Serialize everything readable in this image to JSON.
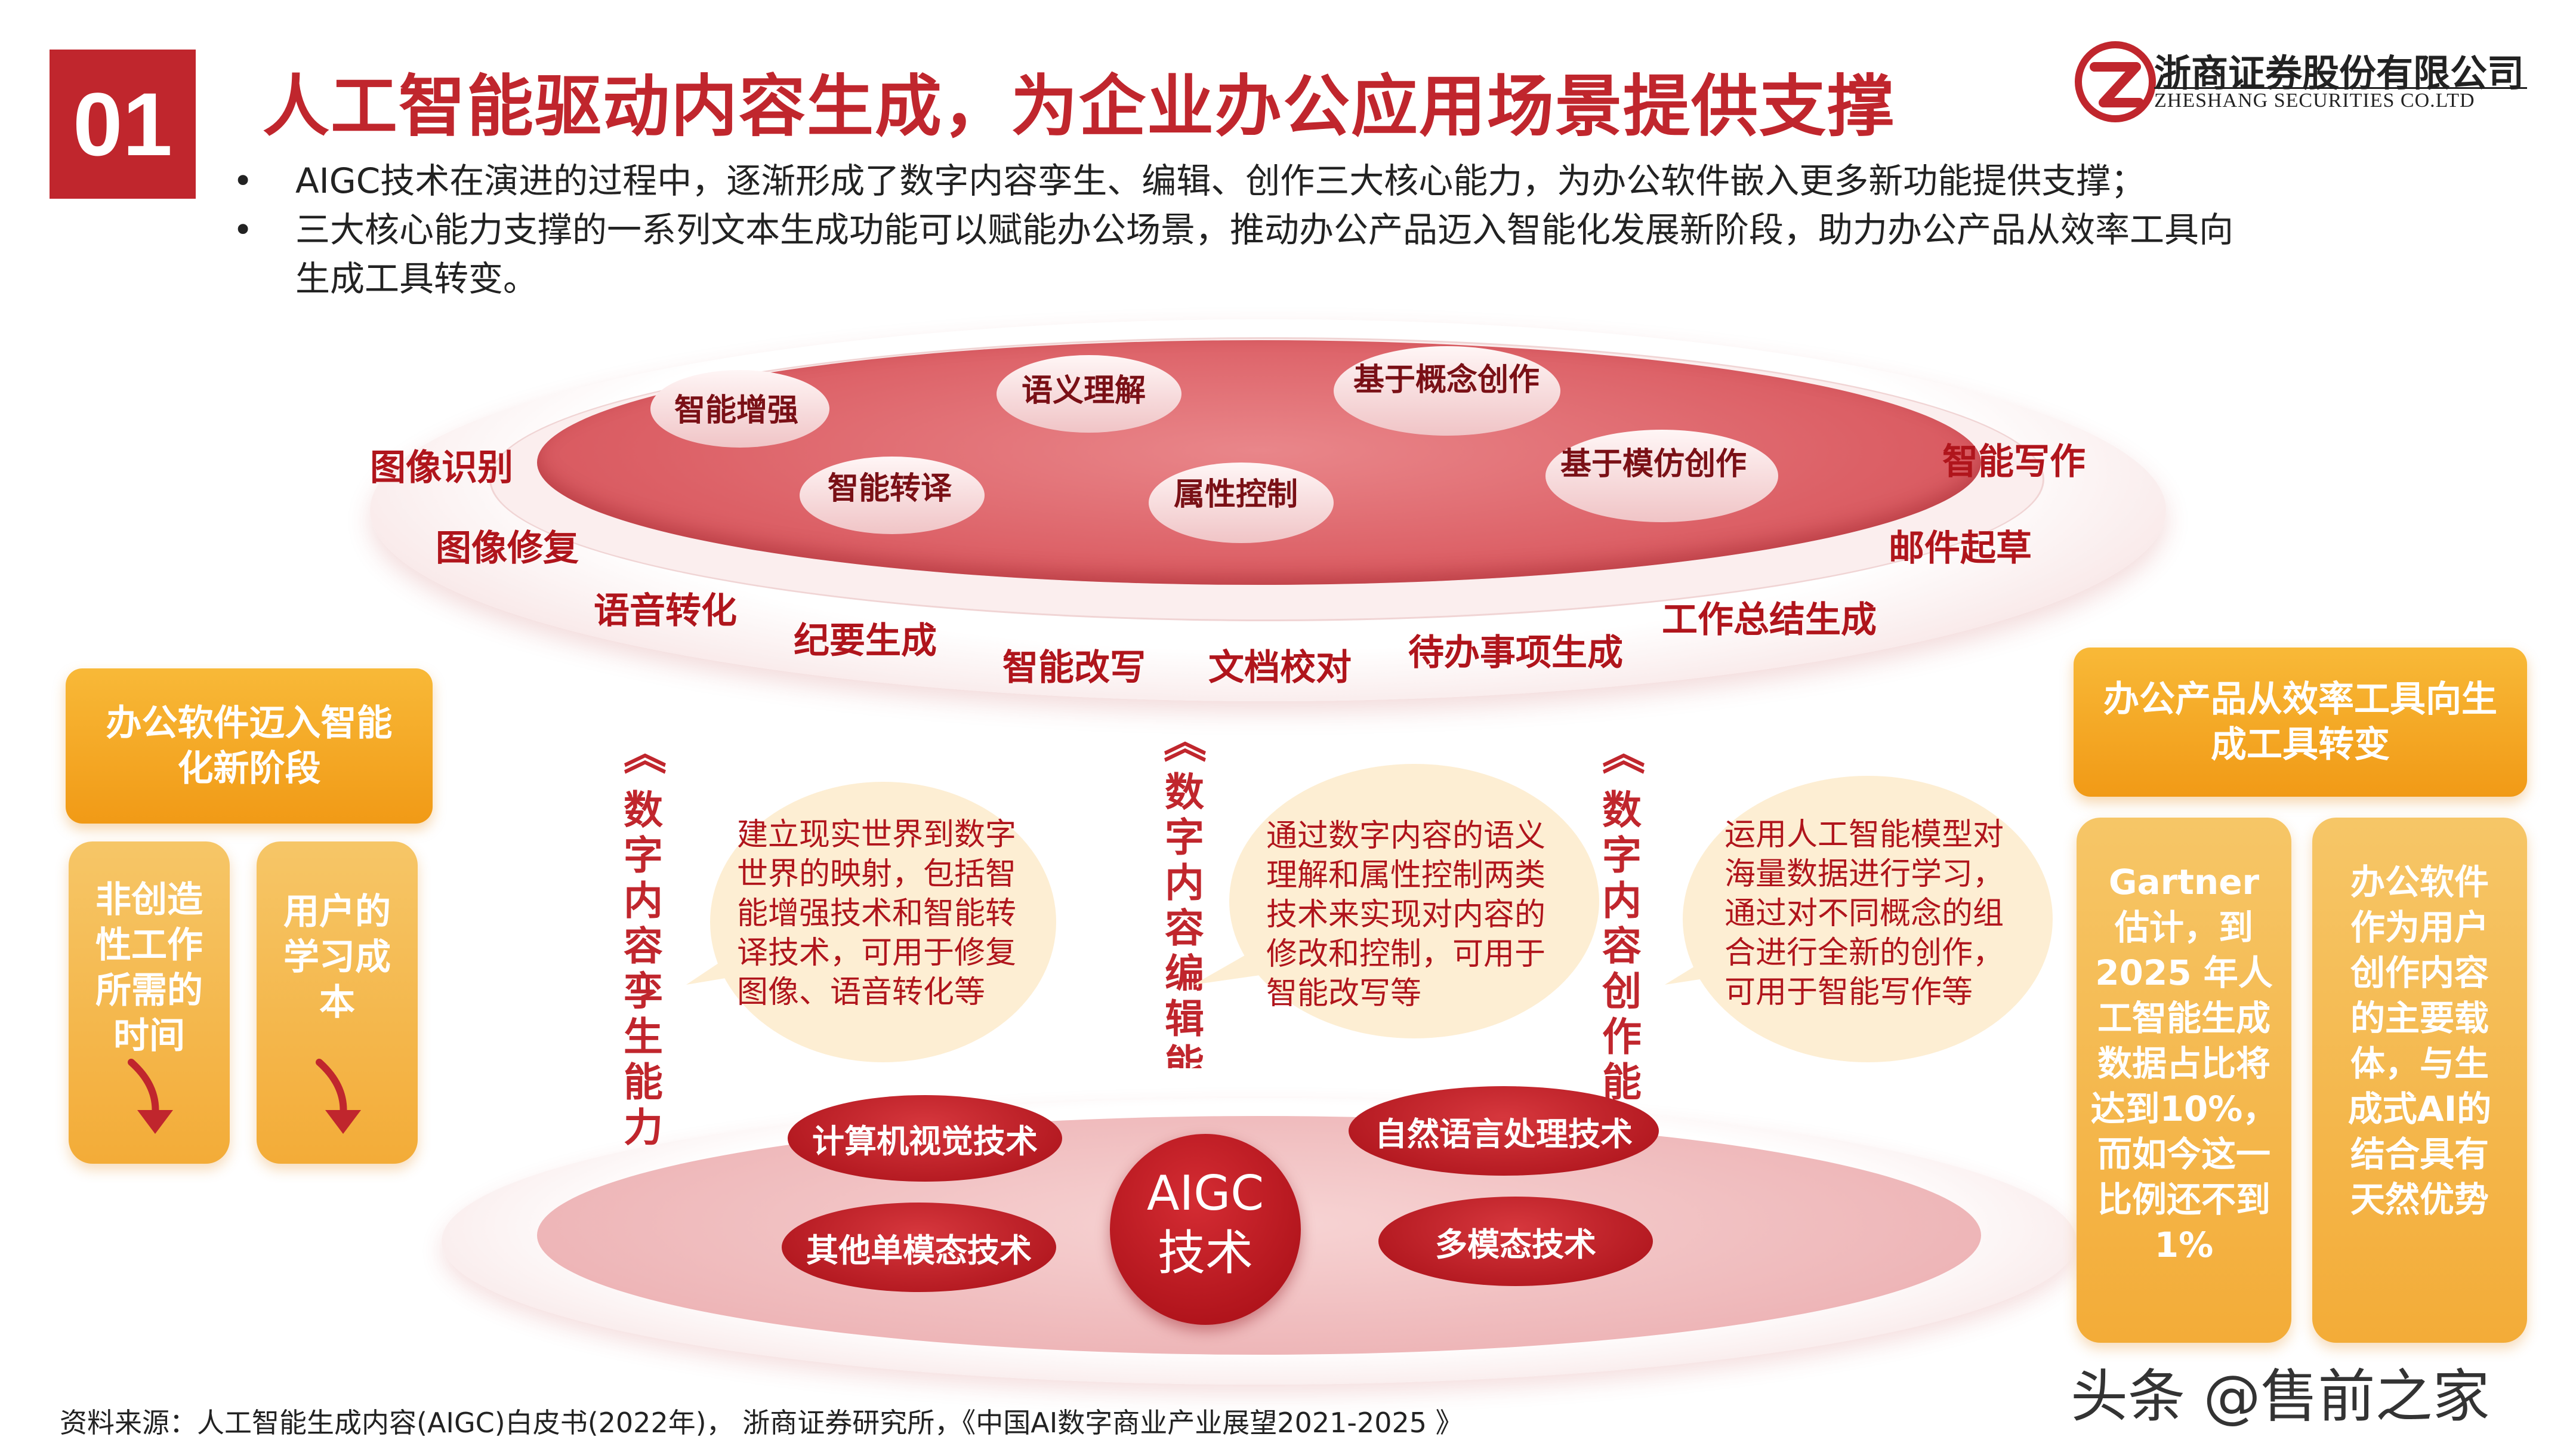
{
  "header": {
    "number": "01",
    "title": "人工智能驱动内容生成，为企业办公应用场景提供支撑",
    "company_cn": "浙商证券股份有限公司",
    "company_en": "ZHESHANG SECURITIES CO.LTD"
  },
  "bullets": [
    "AIGC技术在演进的过程中，逐渐形成了数字内容孪生、编辑、创作三大核心能力，为办公软件嵌入更多新功能提供支撑；",
    "三大核心能力支撑的一系列文本生成功能可以赋能办公场景，推动办公产品迈入智能化发展新阶段，助力办公产品从效率工具向生成工具转变。"
  ],
  "top_disc": {
    "inner_items": [
      "智能增强",
      "语义理解",
      "基于概念创作",
      "智能转译",
      "属性控制",
      "基于模仿创作"
    ],
    "outer_items": [
      "图像识别",
      "图像修复",
      "语音转化",
      "纪要生成",
      "智能改写",
      "文档校对",
      "待办事项生成",
      "工作总结生成",
      "邮件起草",
      "智能写作"
    ]
  },
  "capabilities": [
    {
      "label": "数字内容孪生能力",
      "text": "建立现实世界到数字世界的映射，包括智能增强技术和智能转译技术，可用于修复图像、语音转化等"
    },
    {
      "label": "数字内容编辑能力",
      "text": "通过数字内容的语义理解和属性控制两类技术来实现对内容的修改和控制，可用于智能改写等"
    },
    {
      "label": "数字内容创作能力",
      "text": "运用人工智能模型对海量数据进行学习，通过对不同概念的组合进行全新的创作，可用于智能写作等"
    }
  ],
  "bottom_disc": {
    "center_label": "AIGC\n技术",
    "techs": [
      "计算机视觉技术",
      "自然语言处理技术",
      "其他单模态技术",
      "多模态技术"
    ]
  },
  "left_panel": {
    "heading": "办公软件迈入智能化新阶段",
    "col1": "非创造性工作所需的时间",
    "col2": "用户的学习成本"
  },
  "right_panel": {
    "heading": "办公产品从效率工具向生成工具转变",
    "col1": "Gartner 估计，到2025 年人工智能生成数据占比将达到10%，而如今这一比例还不到 1%",
    "col2": "办公软件作为用户创作内容的主要载体，与生成式AI的结合具有天然优势"
  },
  "footer": {
    "source": "资料来源：人工智能生成内容(AIGC)白皮书(2022年)， 浙商证券研究所，《中国AI数字商业产业展望2021-2025 》",
    "watermark": "头条 @售前之家"
  },
  "colors": {
    "brand_red": "#c0262d",
    "orange": "#f3ac38",
    "bubble": "#fdeed3"
  }
}
